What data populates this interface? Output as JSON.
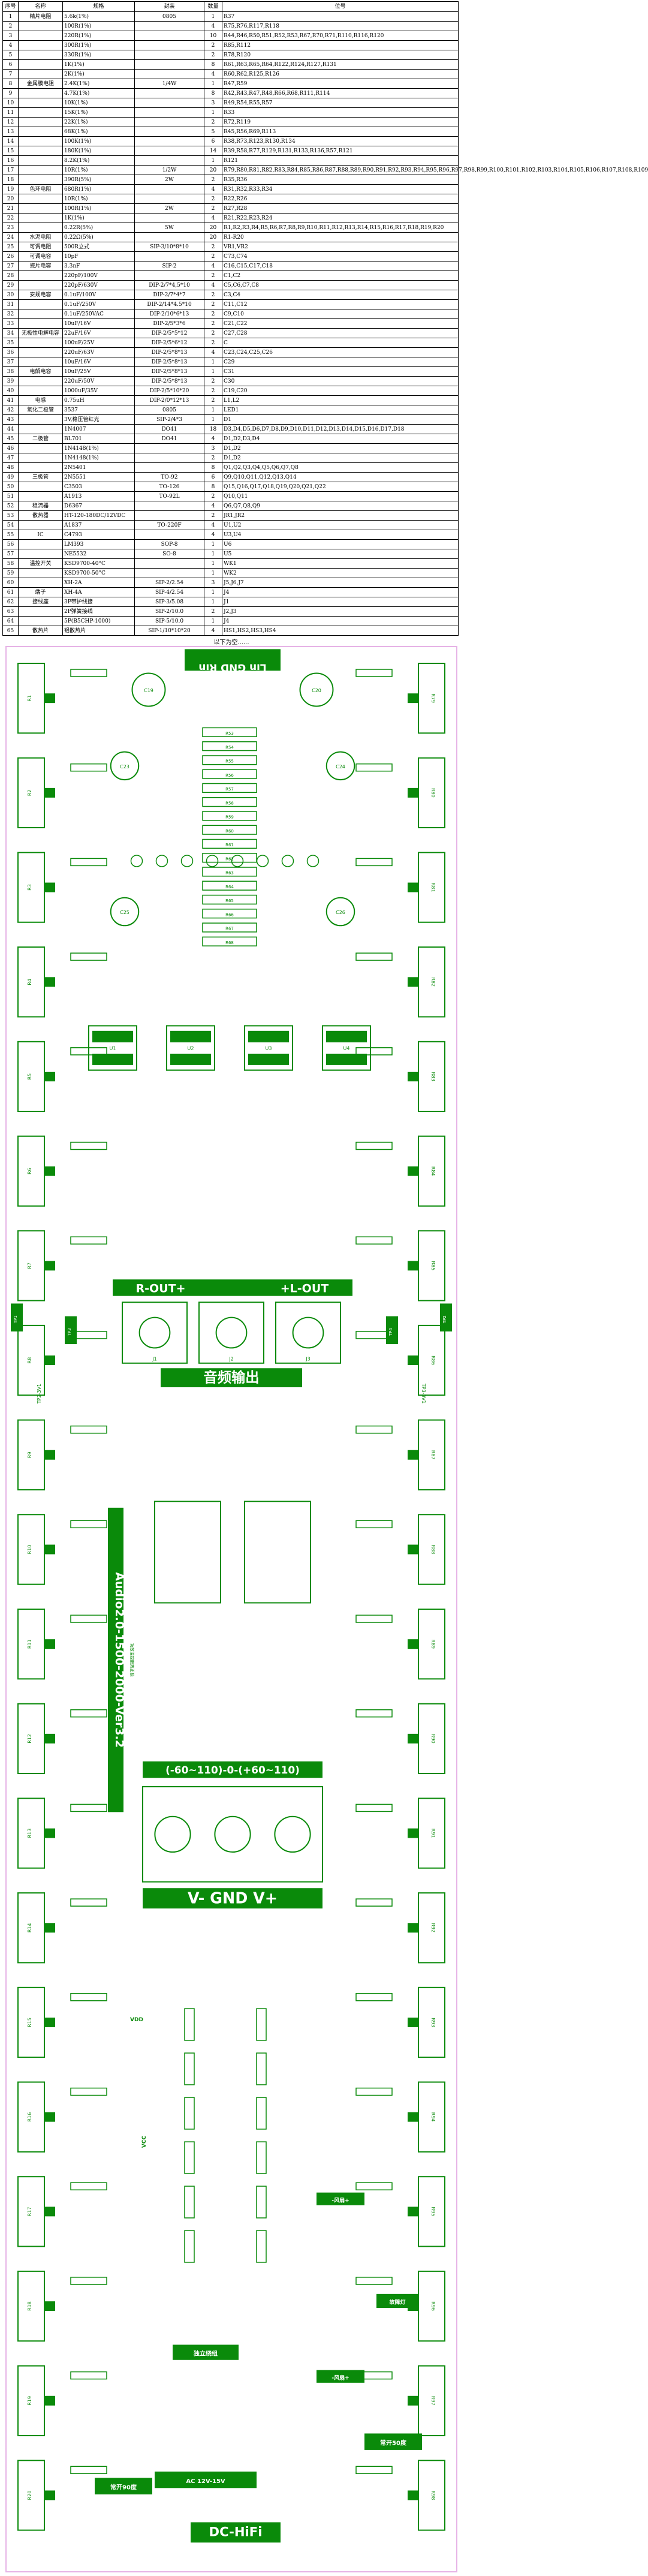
{
  "table": {
    "headers": [
      "序号",
      "名称",
      "规格",
      "封装",
      "数量",
      "位号"
    ],
    "rows": [
      {
        "no": "1",
        "name": "精片电阻",
        "spec": "5.6k(1%)",
        "pkg": "0805",
        "qty": "1",
        "ref": "R37"
      },
      {
        "no": "2",
        "name": "",
        "spec": "100R(1%)",
        "pkg": "",
        "qty": "4",
        "ref": "R75,R76,R117,R118"
      },
      {
        "no": "3",
        "name": "",
        "spec": "220R(1%)",
        "pkg": "",
        "qty": "10",
        "ref": "R44,R46,R50,R51,R52,R53,R67,R70,R71,R110,R116,R120"
      },
      {
        "no": "4",
        "name": "",
        "spec": "300R(1%)",
        "pkg": "",
        "qty": "2",
        "ref": "R85,R112"
      },
      {
        "no": "5",
        "name": "",
        "spec": "330R(1%)",
        "pkg": "",
        "qty": "2",
        "ref": "R78,R120"
      },
      {
        "no": "6",
        "name": "",
        "spec": "1K(1%)",
        "pkg": "",
        "qty": "8",
        "ref": "R61,R63,R65,R64,R122,R124,R127,R131"
      },
      {
        "no": "7",
        "name": "",
        "spec": "2K(1%)",
        "pkg": "",
        "qty": "4",
        "ref": "R60,R62,R125,R126"
      },
      {
        "no": "8",
        "name": "金属膜电阻",
        "spec": "2.4K(1%)",
        "pkg": "1/4W",
        "qty": "1",
        "ref": "R47,R59"
      },
      {
        "no": "9",
        "name": "",
        "spec": "4.7K(1%)",
        "pkg": "",
        "qty": "8",
        "ref": "R42,R43,R47,R48,R66,R68,R111,R114"
      },
      {
        "no": "10",
        "name": "",
        "spec": "10K(1%)",
        "pkg": "",
        "qty": "3",
        "ref": "R49,R54,R55,R57"
      },
      {
        "no": "11",
        "name": "",
        "spec": "15K(1%)",
        "pkg": "",
        "qty": "1",
        "ref": "R33"
      },
      {
        "no": "12",
        "name": "",
        "spec": "22K(1%)",
        "pkg": "",
        "qty": "2",
        "ref": "R72,R119"
      },
      {
        "no": "13",
        "name": "",
        "spec": "68K(1%)",
        "pkg": "",
        "qty": "5",
        "ref": "R45,R56,R69,R113"
      },
      {
        "no": "14",
        "name": "",
        "spec": "100K(1%)",
        "pkg": "",
        "qty": "6",
        "ref": "R38,R73,R123,R130,R134"
      },
      {
        "no": "15",
        "name": "",
        "spec": "180K(1%)",
        "pkg": "",
        "qty": "14",
        "ref": "R39,R58,R77,R129,R131,R133,R136,R57,R121"
      },
      {
        "no": "16",
        "name": "",
        "spec": "8.2K(1%)",
        "pkg": "",
        "qty": "1",
        "ref": "R121"
      },
      {
        "no": "17",
        "name": "",
        "spec": "10R(1%)",
        "pkg": "1/2W",
        "qty": "20",
        "ref": "R79,R80,R81,R82,R83,R84,R85,R86,R87,R88,R89,R90,R91,R92,R93,R94,R95,R96,R97,R98,R99,R100,R101,R102,R103,R104,R105,R106,R107,R108,R109"
      },
      {
        "no": "18",
        "name": "",
        "spec": "390R(5%)",
        "pkg": "2W",
        "qty": "2",
        "ref": "R35,R36"
      },
      {
        "no": "19",
        "name": "色环电阻",
        "spec": "680R(1%)",
        "pkg": "",
        "qty": "4",
        "ref": "R31,R32,R33,R34"
      },
      {
        "no": "20",
        "name": "",
        "spec": "10R(1%)",
        "pkg": "",
        "qty": "2",
        "ref": "R22,R26"
      },
      {
        "no": "21",
        "name": "",
        "spec": "100R(1%)",
        "pkg": "2W",
        "qty": "2",
        "ref": "R27,R28"
      },
      {
        "no": "22",
        "name": "",
        "spec": "1K(1%)",
        "pkg": "",
        "qty": "4",
        "ref": "R21,R22,R23,R24"
      },
      {
        "no": "23",
        "name": "",
        "spec": "0.22R(5%)",
        "pkg": "5W",
        "qty": "20",
        "ref": "R1,R2,R3,R4,R5,R6,R7,R8,R9,R10,R11,R12,R13,R14,R15,R16,R17,R18,R19,R20"
      },
      {
        "no": "24",
        "name": "水泥电阻",
        "spec": "0.22Ω(5%)",
        "pkg": "",
        "qty": "20",
        "ref": "R1-R20"
      },
      {
        "no": "25",
        "name": "可调电阻",
        "spec": "500R立式",
        "pkg": "SIP-3/10*8*10",
        "qty": "2",
        "ref": "VR1,VR2"
      },
      {
        "no": "26",
        "name": "可调电容",
        "spec": "10pF",
        "pkg": "",
        "qty": "2",
        "ref": "C73,C74"
      },
      {
        "no": "27",
        "name": "瓷片电容",
        "spec": "3.3nF",
        "pkg": "SIP-2",
        "qty": "4",
        "ref": "C16,C15,C17,C18"
      },
      {
        "no": "28",
        "name": "",
        "spec": "220pF/100V",
        "pkg": "",
        "qty": "2",
        "ref": "C1,C2"
      },
      {
        "no": "29",
        "name": "",
        "spec": "220pF/630V",
        "pkg": "DIP-2/7*4,5*10",
        "qty": "4",
        "ref": "C5,C6,C7,C8"
      },
      {
        "no": "30",
        "name": "安规电容",
        "spec": "0.1uF/100V",
        "pkg": "DIP-2/7*4*7",
        "qty": "2",
        "ref": "C3,C4"
      },
      {
        "no": "31",
        "name": "",
        "spec": "0.1uF/250V",
        "pkg": "DIP-2/14*4.5*10",
        "qty": "2",
        "ref": "C11,C12"
      },
      {
        "no": "32",
        "name": "",
        "spec": "0.1uF/250VAC",
        "pkg": "DIP-2/10*6*13",
        "qty": "2",
        "ref": "C9,C10"
      },
      {
        "no": "33",
        "name": "",
        "spec": "10uF/16V",
        "pkg": "DIP-2/5*3*6",
        "qty": "2",
        "ref": "C21,C22"
      },
      {
        "no": "34",
        "name": "无极性电解电容",
        "spec": "22uF/16V",
        "pkg": "DIP-2/5*5*12",
        "qty": "2",
        "ref": "C27,C28"
      },
      {
        "no": "35",
        "name": "",
        "spec": "100uF/25V",
        "pkg": "DIP-2/5*6*12",
        "qty": "2",
        "ref": "C"
      },
      {
        "no": "36",
        "name": "",
        "spec": "220uF/63V",
        "pkg": "DIP-2/5*8*13",
        "qty": "4",
        "ref": "C23,C24,C25,C26"
      },
      {
        "no": "37",
        "name": "",
        "spec": "10uF/16V",
        "pkg": "DIP-2/5*8*13",
        "qty": "1",
        "ref": "C29"
      },
      {
        "no": "38",
        "name": "电解电容",
        "spec": "10uF/25V",
        "pkg": "DIP-2/5*8*13",
        "qty": "1",
        "ref": "C31"
      },
      {
        "no": "39",
        "name": "",
        "spec": "220uF/50V",
        "pkg": "DIP-2/5*8*13",
        "qty": "2",
        "ref": "C30"
      },
      {
        "no": "40",
        "name": "",
        "spec": "1000uF/35V",
        "pkg": "DIP-2/5*10*20",
        "qty": "2",
        "ref": "C19,C20"
      },
      {
        "no": "41",
        "name": "电感",
        "spec": "0.75uH",
        "pkg": "DIP-2/0*12*13",
        "qty": "2",
        "ref": "L1,L2"
      },
      {
        "no": "42",
        "name": "氧化二极管",
        "spec": "3537",
        "pkg": "0805",
        "qty": "1",
        "ref": "LED1"
      },
      {
        "no": "43",
        "name": "",
        "spec": "3V,稳压管红光",
        "pkg": "SIP-2/4*3",
        "qty": "1",
        "ref": "D1"
      },
      {
        "no": "44",
        "name": "",
        "spec": "1N4007",
        "pkg": "DO41",
        "qty": "18",
        "ref": "D3,D4,D5,D6,D7,D8,D9,D10,D11,D12,D13,D14,D15,D16,D17,D18"
      },
      {
        "no": "45",
        "name": "二极管",
        "spec": "BL701",
        "pkg": "DO41",
        "qty": "4",
        "ref": "D1,D2,D3,D4"
      },
      {
        "no": "46",
        "name": "",
        "spec": "1N4148(1%)",
        "pkg": "",
        "qty": "3",
        "ref": "D1,D2"
      },
      {
        "no": "47",
        "name": "",
        "spec": "1N4148(1%)",
        "pkg": "",
        "qty": "2",
        "ref": "D1,D2"
      },
      {
        "no": "48",
        "name": "",
        "spec": "2N5401",
        "pkg": "",
        "qty": "8",
        "ref": "Q1,Q2,Q3,Q4,Q5,Q6,Q7,Q8"
      },
      {
        "no": "49",
        "name": "三极管",
        "spec": "2N5551",
        "pkg": "TO-92",
        "qty": "6",
        "ref": "Q9,Q10,Q11,Q12,Q13,Q14"
      },
      {
        "no": "50",
        "name": "",
        "spec": "C3503",
        "pkg": "TO-126",
        "qty": "8",
        "ref": "Q15,Q16,Q17,Q18,Q19,Q20,Q21,Q22"
      },
      {
        "no": "51",
        "name": "",
        "spec": "A1913",
        "pkg": "TO-92L",
        "qty": "2",
        "ref": "Q10,Q11"
      },
      {
        "no": "52",
        "name": "稳流器",
        "spec": "D6367",
        "pkg": "",
        "qty": "4",
        "ref": "Q6,Q7,Q8,Q9"
      },
      {
        "no": "53",
        "name": "散热器",
        "spec": "HT-120-180DC/12VDC",
        "pkg": "",
        "qty": "2",
        "ref": "JR1,JR2"
      },
      {
        "no": "54",
        "name": "",
        "spec": "A1837",
        "pkg": "TO-220F",
        "qty": "4",
        "ref": "U1,U2"
      },
      {
        "no": "55",
        "name": "IC",
        "spec": "C4793",
        "pkg": "",
        "qty": "4",
        "ref": "U3,U4"
      },
      {
        "no": "56",
        "name": "",
        "spec": "LM393",
        "pkg": "SOP-8",
        "qty": "1",
        "ref": "U6"
      },
      {
        "no": "57",
        "name": "",
        "spec": "NE5532",
        "pkg": "SO-8",
        "qty": "1",
        "ref": "U5"
      },
      {
        "no": "58",
        "name": "温控开关",
        "spec": "KSD9700-40°C",
        "pkg": "",
        "qty": "1",
        "ref": "WK1"
      },
      {
        "no": "59",
        "name": "",
        "spec": "KSD9700-50°C",
        "pkg": "",
        "qty": "1",
        "ref": "WK2"
      },
      {
        "no": "60",
        "name": "",
        "spec": "XH-2A",
        "pkg": "SIP-2/2.54",
        "qty": "3",
        "ref": "J5,J6,J7"
      },
      {
        "no": "61",
        "name": "端子",
        "spec": "XH-4A",
        "pkg": "SIP-4/2.54",
        "qty": "1",
        "ref": "J4"
      },
      {
        "no": "62",
        "name": "接线座",
        "spec": "3P带护线接",
        "pkg": "SIP-3/5.08",
        "qty": "1",
        "ref": "J1"
      },
      {
        "no": "63",
        "name": "",
        "spec": "2P弹簧接线",
        "pkg": "SIP-2/10.0",
        "qty": "2",
        "ref": "J2,J3"
      },
      {
        "no": "64",
        "name": "",
        "spec": "5P(B5CHP-1000)",
        "pkg": "SIP-5/10.0",
        "qty": "1",
        "ref": "J4"
      },
      {
        "no": "65",
        "name": "散热片",
        "spec": "铝散热片",
        "pkg": "SIP-1/10*10*20",
        "qty": "4",
        "ref": "HS1,HS2,HS3,HS4"
      }
    ]
  },
  "caption": "以下为空......",
  "pcb": {
    "title": "Audio2.0-1500-2000-Ver3.2",
    "input_label": "Lin GND Rin",
    "output_left": "R-OUT+",
    "output_right": "+L-OUT",
    "audio_out": "音频输出",
    "rail_range": "(-60~110)-0-(+60~110)",
    "power_terminals": "V- GND V+",
    "fan_label": "-风扇+",
    "fan_label2": "-风扇+",
    "fault_label": "故障灯",
    "standalone": "独立绕组",
    "ac_label": "AC 12V-15V",
    "open_90": "常开90度",
    "open_50": "常开50度",
    "brand": "DC-HiFi",
    "side_note": "功放温控散热正极",
    "vdd": "VDD",
    "vcc": "VCC",
    "labels": {
      "tp1": "TP1",
      "tp2": "TP2",
      "tp3": "TP3",
      "tp4": "TP4",
      "tp2_3v": "TP2-3V1",
      "tp3_3v": "TP3-3V1",
      "vr1": "VR1",
      "vr2": "VR2",
      "c19": "C19",
      "c20": "C20",
      "u1": "U1",
      "u2": "U2",
      "u3": "U3",
      "u4": "U4",
      "j1": "J1",
      "j2": "J2",
      "j3": "J3",
      "c23": "C23",
      "c24": "C24",
      "c25": "C25",
      "c26": "C26"
    },
    "left_resistors": [
      "R1",
      "R2",
      "R3",
      "R4",
      "R5",
      "R6",
      "R7",
      "R8",
      "R9",
      "R10",
      "R11",
      "R12",
      "R13",
      "R14",
      "R15",
      "R16",
      "R17",
      "R18",
      "R19",
      "R20"
    ],
    "right_resistors": [
      "R79",
      "R80",
      "R81",
      "R82",
      "R83",
      "R84",
      "R85",
      "R86",
      "R87",
      "R88",
      "R89",
      "R90",
      "R91",
      "R92",
      "R93",
      "R94",
      "R95",
      "R96",
      "R97",
      "R98"
    ],
    "center_resistors": [
      "R53",
      "R54",
      "R55",
      "R56",
      "R57",
      "R58",
      "R59",
      "R60",
      "R61",
      "R62",
      "R63",
      "R64",
      "R65",
      "R66",
      "R67",
      "R68"
    ],
    "colors": {
      "board": "#0a8a0a",
      "silk": "#ffffff",
      "outline": "#e6b3e6"
    }
  }
}
